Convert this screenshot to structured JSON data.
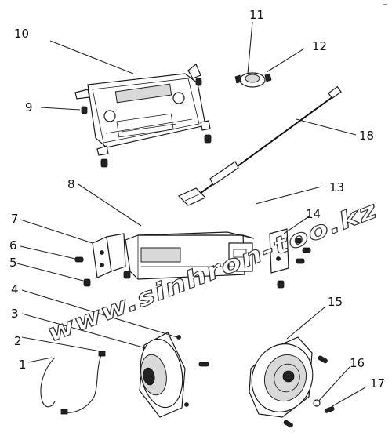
{
  "callouts": [
    "1",
    "2",
    "3",
    "4",
    "5",
    "6",
    "7",
    "8",
    "9",
    "10",
    "11",
    "12",
    "13",
    "14",
    "15",
    "16",
    "17",
    "18"
  ],
  "watermark": "www.sinhron-too.kz",
  "corner_mark": "~"
}
